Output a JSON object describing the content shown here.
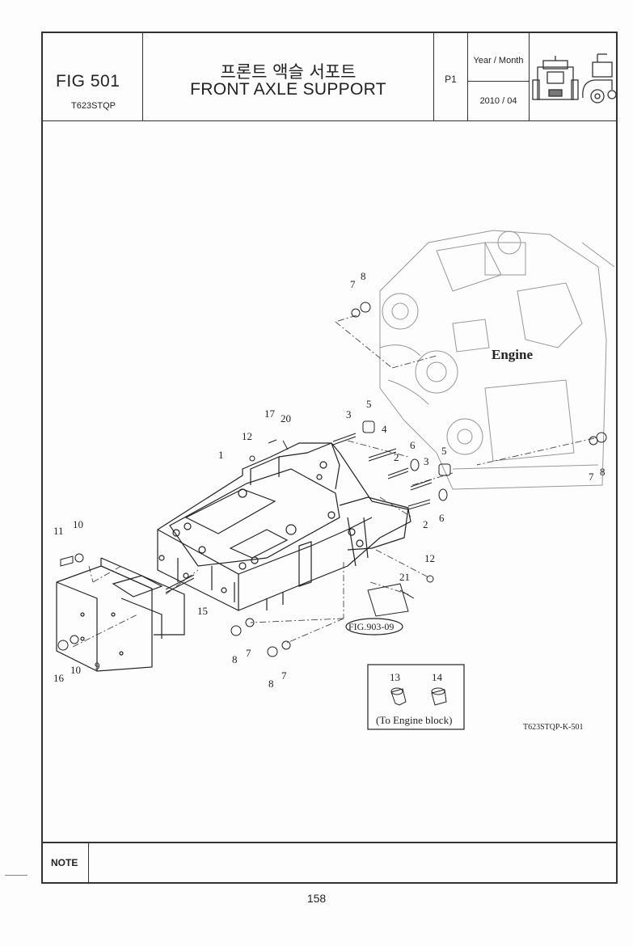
{
  "header": {
    "fig_number": "FIG 501",
    "model": "T623STQP",
    "title_korean": "프론트 액슬 서포트",
    "title_english": "FRONT AXLE  SUPPORT",
    "page_tag": "P1",
    "year_month_label": "Year / Month",
    "year_month_value": "2010 / 04"
  },
  "diagram": {
    "engine_label": "Engine",
    "fig_reference": "FIG.903-09",
    "inset_caption": "(To Engine  block)",
    "drawing_code": "T623STQP-K-501",
    "callouts": [
      "1",
      "2",
      "2",
      "3",
      "3",
      "5",
      "5",
      "4",
      "6",
      "6",
      "7",
      "8",
      "7",
      "8",
      "7",
      "8",
      "7",
      "8",
      "9",
      "10",
      "10",
      "11",
      "12",
      "12",
      "13",
      "14",
      "15",
      "16",
      "17",
      "20",
      "21"
    ]
  },
  "note": {
    "label": "NOTE"
  },
  "footer": {
    "page_number": "158"
  },
  "colors": {
    "line": "#333333",
    "paper": "#fdfdfd"
  }
}
